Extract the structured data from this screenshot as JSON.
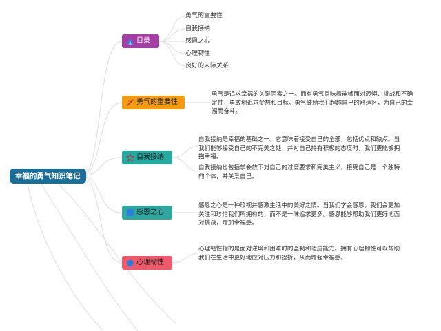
{
  "root": {
    "label": "幸福的勇气知识笔记"
  },
  "topics": [
    {
      "key": "mulu",
      "label": "目录",
      "icon": "tent-icon"
    },
    {
      "key": "yongqi",
      "label": "勇气的重要性",
      "icon": "firework-icon"
    },
    {
      "key": "ziwo",
      "label": "自我接纳",
      "icon": "star-outline-icon"
    },
    {
      "key": "gan",
      "label": "感恩之心",
      "icon": "blue-square-icon"
    },
    {
      "key": "xinli",
      "label": "心理韧性",
      "icon": "pentagon-icon"
    }
  ],
  "toc_items": [
    "勇气的重要性",
    "自我接纳",
    "感恩之心",
    "心理韧性",
    "良好的人际关系"
  ],
  "notes": {
    "yongqi": "勇气是追求幸福的关键因素之一。拥有勇气意味着能够面对恐惧、挑战和不确定性，勇敢地追求梦想和目标。勇气鼓励我们超越自己的舒适区，为自己的幸福而奋斗。",
    "ziwo_1": "自我接纳是幸福的基础之一。它意味着接受自己的全部，包括优点和缺点。当我们能够接受自己的不完美之处，并对自己持有积极的态度时，我们更能够拥抱幸福。",
    "ziwo_2": "自我接纳也包括学会放下对自己的过度要求和完美主义，接受自己是一个独特的个体，并关爱自己。",
    "gan": "感恩之心是一种珍视并感激生活中的美好之情。当我们学会感恩，我们会更加关注和珍惜我们所拥有的，而不是一味追求更多。感恩能够帮助我们更好地面对挑战，增加幸福感。",
    "xinli": "心理韧性指的是面对逆境和困难时的坚韧和适应能力。拥有心理韧性可以帮助我们在生活中更好地应对压力和挫折，从而增强幸福感。"
  },
  "colors": {
    "root": "#1b6e99",
    "mulu": "#a53ea4",
    "yongqi": "#f39c12",
    "ziwo": "#27a9a1",
    "gan": "#2fa6a0",
    "xinli": "#ee5a6b",
    "connector": "#e2e2e2"
  }
}
